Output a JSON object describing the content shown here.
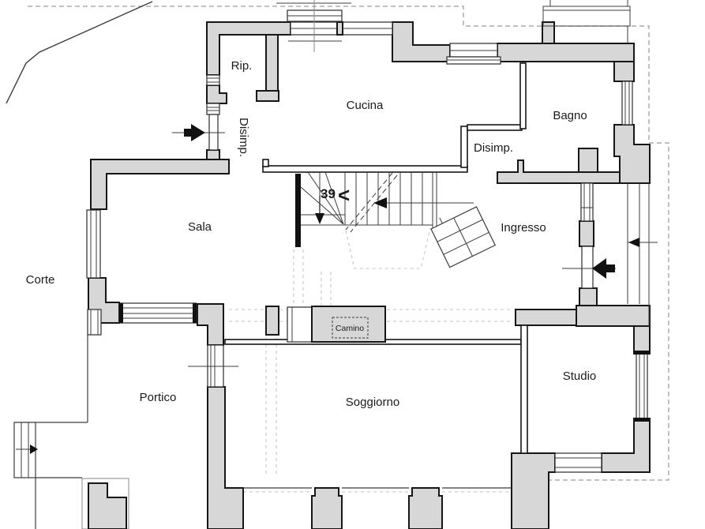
{
  "plan": {
    "colors": {
      "wall_fill": "#d7d7d7",
      "wall_stroke": "#161616",
      "thin_line": "#3c3c3c",
      "overhang_dashed": "#9a9a9a",
      "annotation_red": "#b5231e",
      "text": "#1b1b1b",
      "background": "#ffffff"
    },
    "rooms": [
      {
        "id": "rip",
        "label": "Rip."
      },
      {
        "id": "cucina",
        "label": "Cucina"
      },
      {
        "id": "bagno",
        "label": "Bagno"
      },
      {
        "id": "disimp-nord",
        "label": "Disimp."
      },
      {
        "id": "disimp-est",
        "label": "Disimp."
      },
      {
        "id": "sala",
        "label": "Sala"
      },
      {
        "id": "ingresso",
        "label": "Ingresso"
      },
      {
        "id": "corte",
        "label": "Corte"
      },
      {
        "id": "portico",
        "label": "Portico"
      },
      {
        "id": "camino",
        "label": "Camino"
      },
      {
        "id": "soggiorno",
        "label": "Soggiorno"
      },
      {
        "id": "studio",
        "label": "Studio"
      }
    ],
    "annotation": {
      "number": "39",
      "chevron": "<"
    }
  }
}
